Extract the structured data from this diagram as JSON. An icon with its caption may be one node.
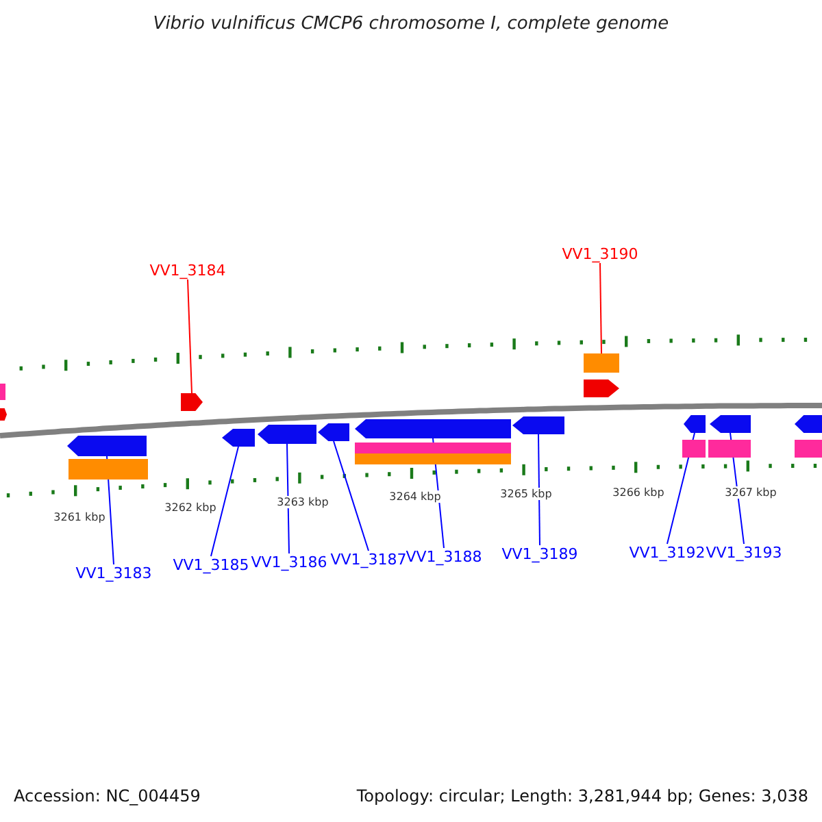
{
  "diagram": {
    "title": "Vibrio vulnificus CMCP6 chromosome I, complete genome",
    "nodes": [
      {
        "text": [
          "VV1_3184"
        ]
      },
      {
        "text": [
          "VV1_3190"
        ]
      },
      {
        "text": [
          "VV1_3183"
        ]
      },
      {
        "text": [
          "VV1_3185"
        ]
      },
      {
        "text": [
          "VV1_3186"
        ]
      },
      {
        "text": [
          "VV1_3187"
        ]
      },
      {
        "text": [
          "VV1_3188"
        ]
      },
      {
        "text": [
          "VV1_3189"
        ]
      },
      {
        "text": [
          "VV1_3192"
        ]
      },
      {
        "text": [
          "VV1_3193"
        ]
      },
      {
        "text": [],
        "shape": "bar"
      },
      {
        "text": [],
        "shape": "arrow"
      },
      {
        "text": [],
        "shape": "arrow"
      },
      {
        "text": [],
        "shape": "bar"
      },
      {
        "text": [],
        "shape": "arrow"
      },
      {
        "text": [],
        "shape": "arrow"
      },
      {
        "text": [],
        "shape": "arrow"
      },
      {
        "text": [],
        "shape": "arrow"
      },
      {
        "text": [],
        "shape": "arrow"
      },
      {
        "text": [],
        "shape": "bar"
      },
      {
        "text": [],
        "shape": "bar"
      },
      {
        "text": [],
        "shape": "arrow"
      },
      {
        "text": [],
        "shape": "bar"
      },
      {
        "text": [],
        "shape": "arrow"
      },
      {
        "text": [],
        "shape": "bar"
      },
      {
        "text": [],
        "shape": "arrow"
      },
      {
        "text": [],
        "shape": "bar"
      },
      {
        "text": [],
        "shape": "arrow"
      },
      {
        "text": [],
        "shape": "arrow"
      },
      {
        "text": [],
        "shape": "bar"
      }
    ],
    "edges": [
      {
        "from": 0,
        "to": 14,
        "arrow": "none",
        "color": "#ff0000"
      },
      {
        "from": 1,
        "to": 22,
        "arrow": "none",
        "color": "#ff0000"
      },
      {
        "from": 2,
        "to": 12,
        "arrow": "none"
      },
      {
        "from": 3,
        "to": 15,
        "arrow": "none"
      },
      {
        "from": 4,
        "to": 16,
        "arrow": "none"
      },
      {
        "from": 5,
        "to": 17,
        "arrow": "none"
      },
      {
        "from": 6,
        "to": 18,
        "arrow": "none"
      },
      {
        "from": 7,
        "to": 21,
        "arrow": "none"
      },
      {
        "from": 8,
        "to": 25,
        "arrow": "none"
      },
      {
        "from": 9,
        "to": 27,
        "arrow": "none"
      }
    ],
    "labels": [
      "3261 kbp",
      "3262 kbp",
      "3263 kbp",
      "3264 kbp",
      "3265 kbp",
      "3266 kbp",
      "3267 kbp",
      "Accession: NC_004459",
      "Topology: circular; Length: 3,281,944 bp; Genes: 3,038"
    ]
  }
}
